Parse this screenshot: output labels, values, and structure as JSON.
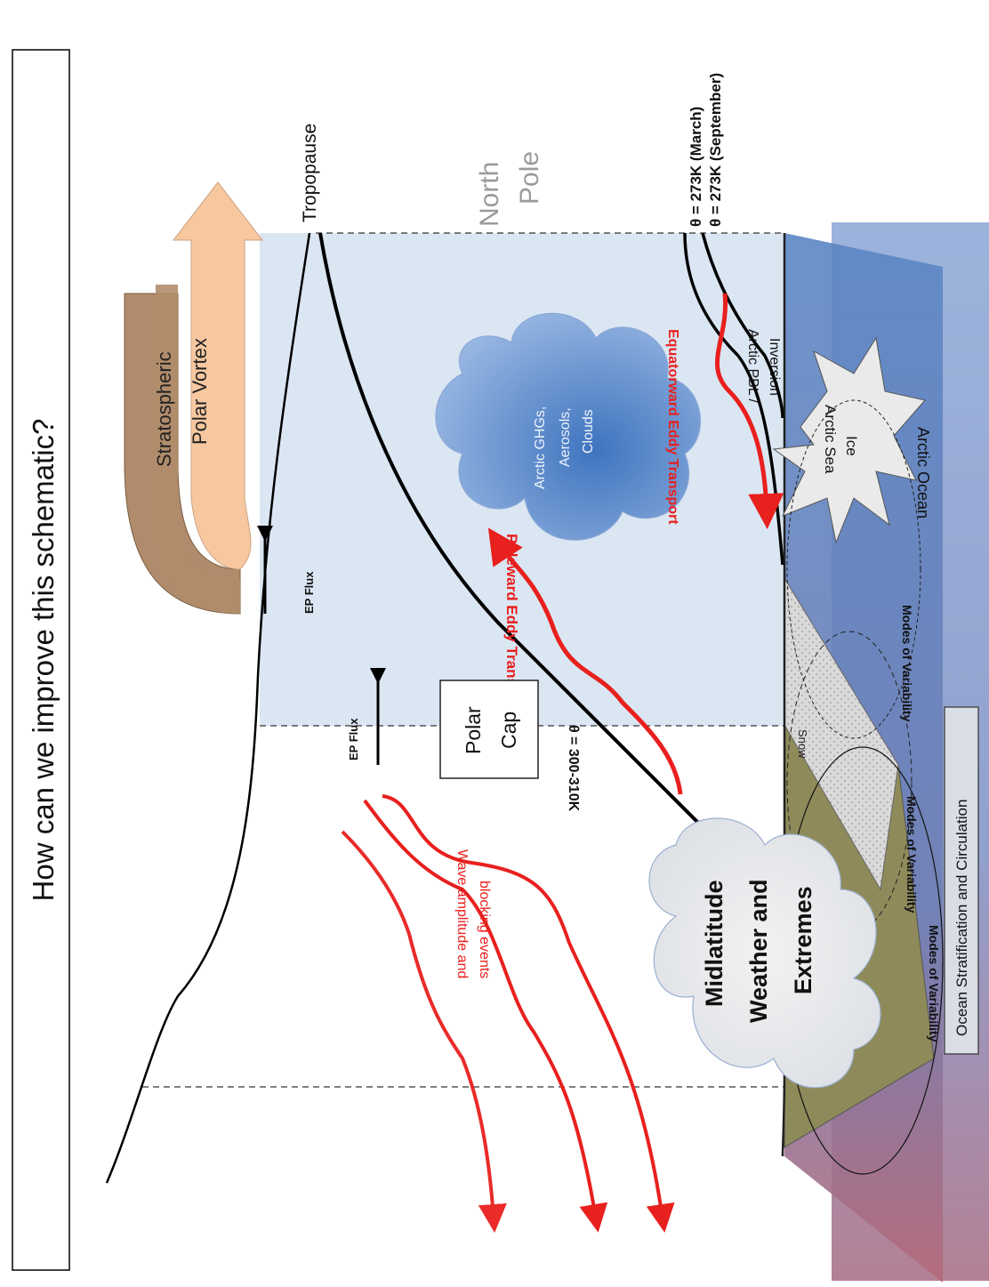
{
  "title": "How can we improve this schematic?",
  "labels": {
    "tropopause": "Tropopause",
    "north_pole_line1": "North",
    "north_pole_line2": "Pole",
    "theta_march": "θ = 273K (March)",
    "theta_september": "θ = 273K (September)",
    "strat_line1": "Stratospheric",
    "strat_line2": "Polar Vortex",
    "ep_flux_upper": "EP Flux",
    "ep_flux_lower": "EP Flux",
    "arctic_cloud_line1": "Arctic GHGs,",
    "arctic_cloud_line2": "Aerosols,",
    "arctic_cloud_line3": "Clouds",
    "equatorward_eddy": "Equatorward Eddy Transport",
    "arctic_pbl_line1": "Arctic PBL /",
    "arctic_pbl_line2": "Inversion",
    "poleward_eddy": "Poleward Eddy Transport",
    "polar_cap_line1": "Polar",
    "polar_cap_line2": "Cap",
    "theta_300": "θ = 300-310K",
    "sea_ice_line1": "Arctic Sea",
    "sea_ice_line2": "Ice",
    "arctic_ocean": "Arctic Ocean",
    "modes_variability_1": "Modes of Variability",
    "modes_variability_2": "Modes of Variability",
    "modes_variability_3": "Modes of Variability",
    "snow": "Snow",
    "wave_line1": "Wave amplitude and",
    "wave_line2": "blocking events",
    "midlat_line1": "Midlatitude",
    "midlat_line2": "Weather and",
    "midlat_line3": "Extremes",
    "ocean_strat": "Ocean Stratification and Circulation"
  },
  "colors": {
    "red_arrow": "#e8201e",
    "polar_cap_fill": "#dbe6f3",
    "ocean_blue": "#4f7fc0",
    "cloud_blue": "#4d82c8",
    "land_olive": "#8e8a5a",
    "strat_brown": "#b08c6c",
    "strat_peach": "#f7c8a0"
  }
}
